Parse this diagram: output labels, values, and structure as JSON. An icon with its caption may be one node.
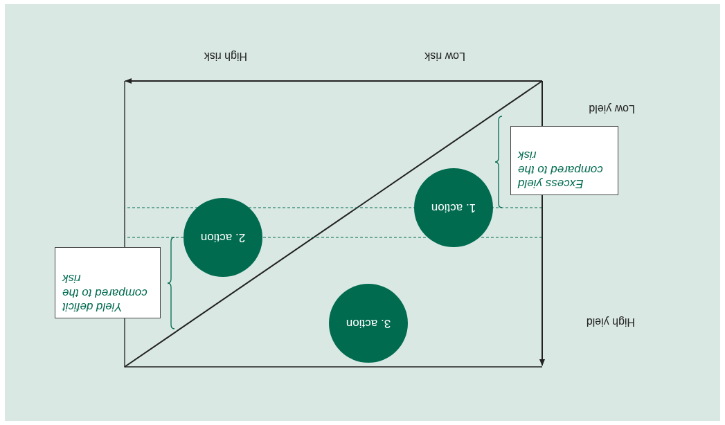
{
  "diagram": {
    "nodes": [
      {
        "text": [
          "Excess yield compared to the risk"
        ]
      },
      {
        "text": [
          "1. action"
        ]
      },
      {
        "text": [
          "2. action"
        ]
      },
      {
        "text": [
          "Yield deficit compared to the risk"
        ]
      },
      {
        "text": [
          "3. action"
        ]
      }
    ],
    "labels": [
      "Low risk",
      "High risk",
      "Low yield",
      "High yield"
    ]
  }
}
